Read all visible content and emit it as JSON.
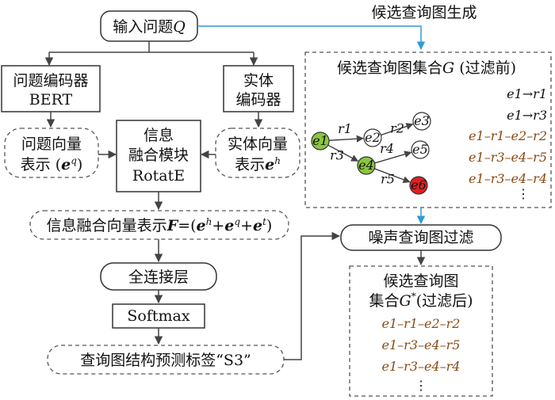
{
  "header": {
    "title": "候选查询图生成"
  },
  "left_flow": {
    "input": "输入问题",
    "input_var": "Q",
    "question_encoder": [
      "问题编码器",
      "BERT"
    ],
    "entity_encoder": [
      "实体",
      "编码器"
    ],
    "question_vector": [
      "问题向量",
      "表示 (",
      "e",
      "q",
      ")"
    ],
    "entity_vector": [
      "实体向量",
      "表示",
      "e",
      "h"
    ],
    "fusion": [
      "信息",
      "融合模块",
      "RotatE"
    ],
    "fused_vector": {
      "prefix": "信息融合向量表示",
      "F": "F",
      "eq_open": "=(",
      "e1": "e",
      "s1": "h",
      "plus1": "+",
      "e2": "e",
      "s2": "q",
      "plus2": "+",
      "e3": "e",
      "s3": "t",
      "close": ")"
    },
    "fc_layer": "全连接层",
    "softmax": "Softmax",
    "predict_label": "查询图结构预测标签“S3”"
  },
  "candidate_set": {
    "title_prefix": "候选查询图集合",
    "title_var": "G",
    "title_suffix": " (过滤前)",
    "nodes": [
      {
        "id": "e1",
        "label": "e1"
      },
      {
        "id": "e2",
        "label": "e2"
      },
      {
        "id": "e3",
        "label": "e3"
      },
      {
        "id": "e4",
        "label": "e4"
      },
      {
        "id": "e5",
        "label": "e5"
      },
      {
        "id": "e6",
        "label": "e6"
      }
    ],
    "edges": [
      {
        "from": "e1",
        "to": "e2",
        "label": "r1"
      },
      {
        "from": "e2",
        "to": "e3",
        "label": "r2"
      },
      {
        "from": "e1",
        "to": "e4",
        "label": "r3"
      },
      {
        "from": "e4",
        "to": "e5",
        "label": "r4"
      },
      {
        "from": "e4",
        "to": "e6",
        "label": "r5"
      }
    ],
    "paths": [
      {
        "text": "e1→r1",
        "style": "black"
      },
      {
        "text": "e1→r3",
        "style": "black"
      },
      {
        "text": "e1–r1–e2–r2",
        "style": "brown"
      },
      {
        "text": "e1–r3–e4–r5",
        "style": "brown"
      },
      {
        "text": "e1–r3–e4–r4",
        "style": "brown"
      }
    ],
    "ellipsis": "⋮"
  },
  "noise_filter": "噪声查询图过滤",
  "filtered_set": {
    "line1": "候选查询图",
    "line2_prefix": "集合",
    "line2_var": "G",
    "line2_sup": "*",
    "line2_suffix": "(过滤后)",
    "paths": [
      "e1–r1–e2–r2",
      "e1–r3–e4–r5",
      "e1–r3–e4–r4"
    ],
    "ellipsis": "⋮"
  },
  "colors": {
    "node_green": "#8cc63f",
    "node_red": "#e02020",
    "path_brown": "#8b4a14",
    "arrow_blue": "#2f9bd6"
  }
}
